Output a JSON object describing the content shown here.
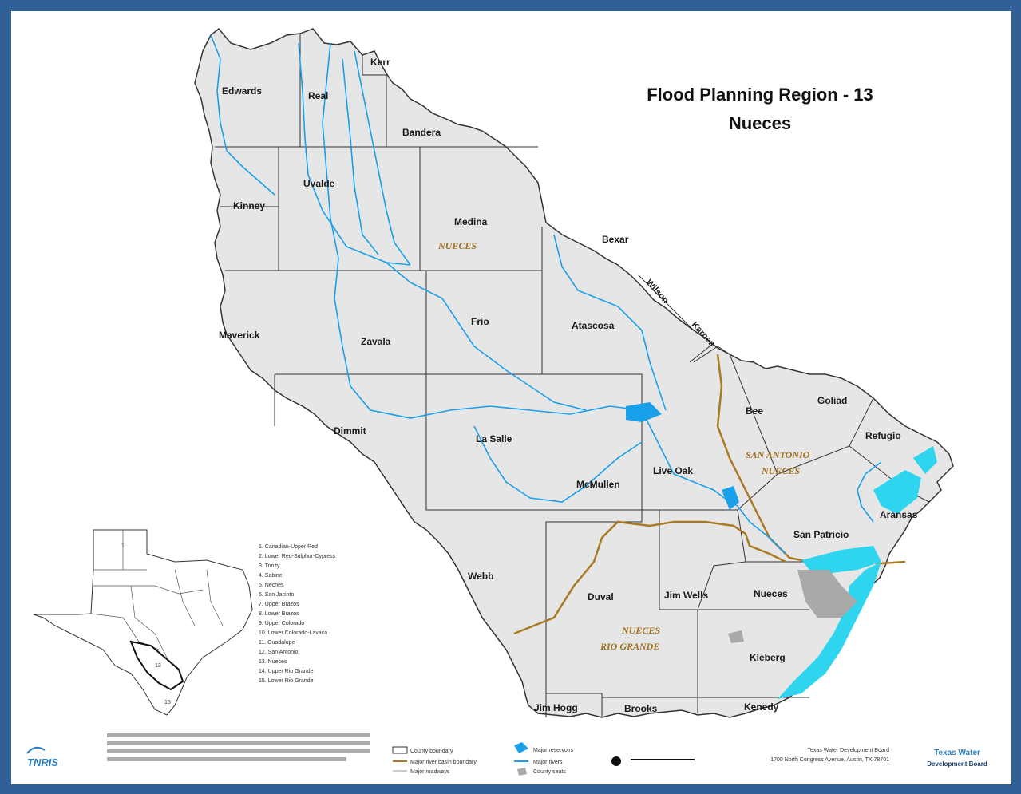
{
  "title": {
    "line1": "Flood Planning Region - 13",
    "line2": "Nueces"
  },
  "colors": {
    "background_frame": "#2f5f95",
    "region_fill": "#e6e6e6",
    "county_border": "#333333",
    "rivers": "#1aa0ea",
    "basin_boundary": "#a87a22",
    "basin_label": "#a0701a",
    "bay_water": "#2fd4ee",
    "roads": "#9a9a9a"
  },
  "counties": [
    {
      "name": "Kerr"
    },
    {
      "name": "Edwards"
    },
    {
      "name": "Real"
    },
    {
      "name": "Bandera"
    },
    {
      "name": "Uvalde"
    },
    {
      "name": "Kinney"
    },
    {
      "name": "Medina"
    },
    {
      "name": "Bexar"
    },
    {
      "name": "Wilson"
    },
    {
      "name": "Karnes"
    },
    {
      "name": "Maverick"
    },
    {
      "name": "Zavala"
    },
    {
      "name": "Frio"
    },
    {
      "name": "Atascosa"
    },
    {
      "name": "Dimmit"
    },
    {
      "name": "La Salle"
    },
    {
      "name": "McMullen"
    },
    {
      "name": "Live Oak"
    },
    {
      "name": "Bee"
    },
    {
      "name": "Goliad"
    },
    {
      "name": "Refugio"
    },
    {
      "name": "Aransas"
    },
    {
      "name": "San Patricio"
    },
    {
      "name": "Webb"
    },
    {
      "name": "Duval"
    },
    {
      "name": "Jim Wells"
    },
    {
      "name": "Nueces"
    },
    {
      "name": "Kleberg"
    },
    {
      "name": "Jim Hogg"
    },
    {
      "name": "Brooks"
    },
    {
      "name": "Kenedy"
    }
  ],
  "basins": [
    {
      "text": "NUECES"
    },
    {
      "text": "SAN ANTONIO"
    },
    {
      "text": "NUECES"
    },
    {
      "text": "NUECES"
    },
    {
      "text": "RIO GRANDE"
    }
  ],
  "inset_legend": [
    "1. Canadian-Upper Red",
    "2. Lower Red-Sulphur-Cypress",
    "3. Trinity",
    "4. Sabine",
    "5. Neches",
    "6. San Jacinto",
    "7. Upper Brazos",
    "8. Lower Brazos",
    "9. Upper Colorado",
    "10. Lower Colorado-Lavaca",
    "11. Guadalupe",
    "12. San Antonio",
    "13. Nueces",
    "14. Upper Rio Grande",
    "15. Lower Rio Grande"
  ],
  "map_legend": [
    {
      "label": "County boundary",
      "icon": "county-box"
    },
    {
      "label": "Major river basin boundary",
      "icon": "basin-line"
    },
    {
      "label": "Major roadways",
      "icon": "road-line"
    },
    {
      "label": "Major reservoirs",
      "icon": "reservoir-shape"
    },
    {
      "label": "Major rivers",
      "icon": "river-line"
    },
    {
      "label": "County seats",
      "icon": "city-shape"
    }
  ],
  "logos": {
    "tnris": "TNRIS",
    "twdb_line1": "Texas Water",
    "twdb_line2": "Development Board"
  },
  "footer": {
    "twdb_address_line1": "Texas Water Development Board",
    "twdb_address_line2": "1700 North Congress Avenue, Austin, TX 78701"
  }
}
